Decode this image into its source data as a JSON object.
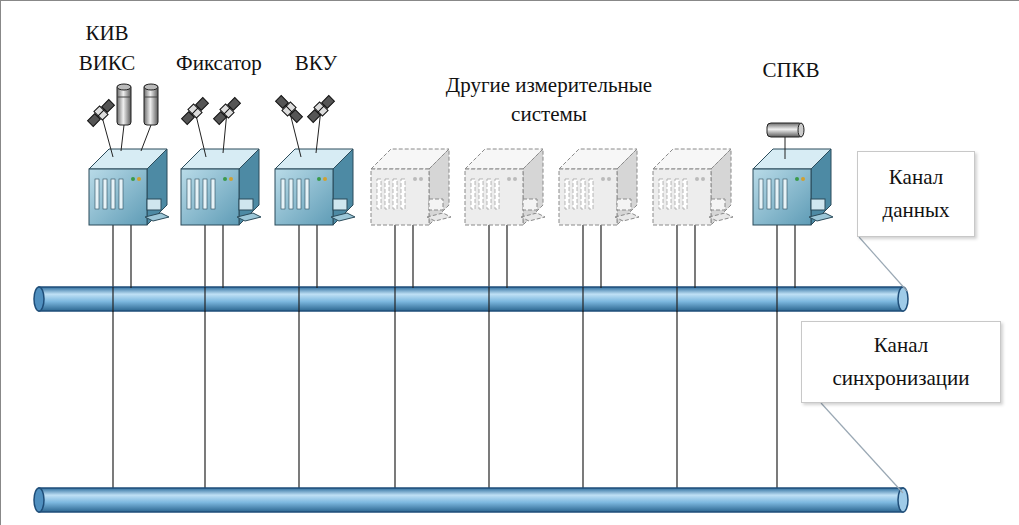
{
  "diagram": {
    "nodes": [
      {
        "text": [
          "Канал данных"
        ]
      },
      {
        "text": [
          "Канал синхронизации"
        ]
      }
    ],
    "labels": [
      "КИВ",
      "ВИКС",
      "Фиксатор",
      "ВКУ",
      "Другие измерительные системы",
      "СПКВ"
    ]
  }
}
